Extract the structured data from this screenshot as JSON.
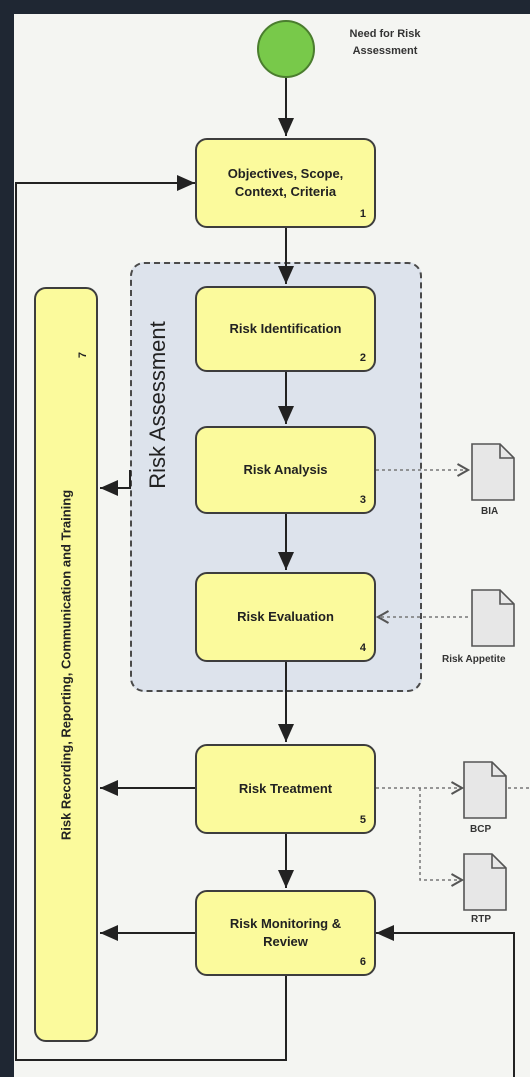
{
  "start": {
    "label": "Need for Risk\nAssessment"
  },
  "group": {
    "title": "Risk Assessment"
  },
  "side_process": {
    "label": "Risk Recording, Reporting, Communication and Training",
    "number": "7"
  },
  "steps": [
    {
      "label": "Objectives, Scope,\nContext, Criteria",
      "number": "1"
    },
    {
      "label": "Risk Identification",
      "number": "2"
    },
    {
      "label": "Risk Analysis",
      "number": "3"
    },
    {
      "label": "Risk Evaluation",
      "number": "4"
    },
    {
      "label": "Risk Treatment",
      "number": "5"
    },
    {
      "label": "Risk Monitoring &\nReview",
      "number": "6"
    }
  ],
  "documents": [
    {
      "label": "BIA",
      "icon": "document-icon"
    },
    {
      "label": "Risk Appetite",
      "icon": "document-icon"
    },
    {
      "label": "BCP",
      "icon": "document-icon"
    },
    {
      "label": "RTP",
      "icon": "document-icon"
    }
  ],
  "colors": {
    "process_fill": "#fbfa9c",
    "start_fill": "#78c94a",
    "group_fill": "#dde3ec",
    "background": "#1f2733"
  }
}
